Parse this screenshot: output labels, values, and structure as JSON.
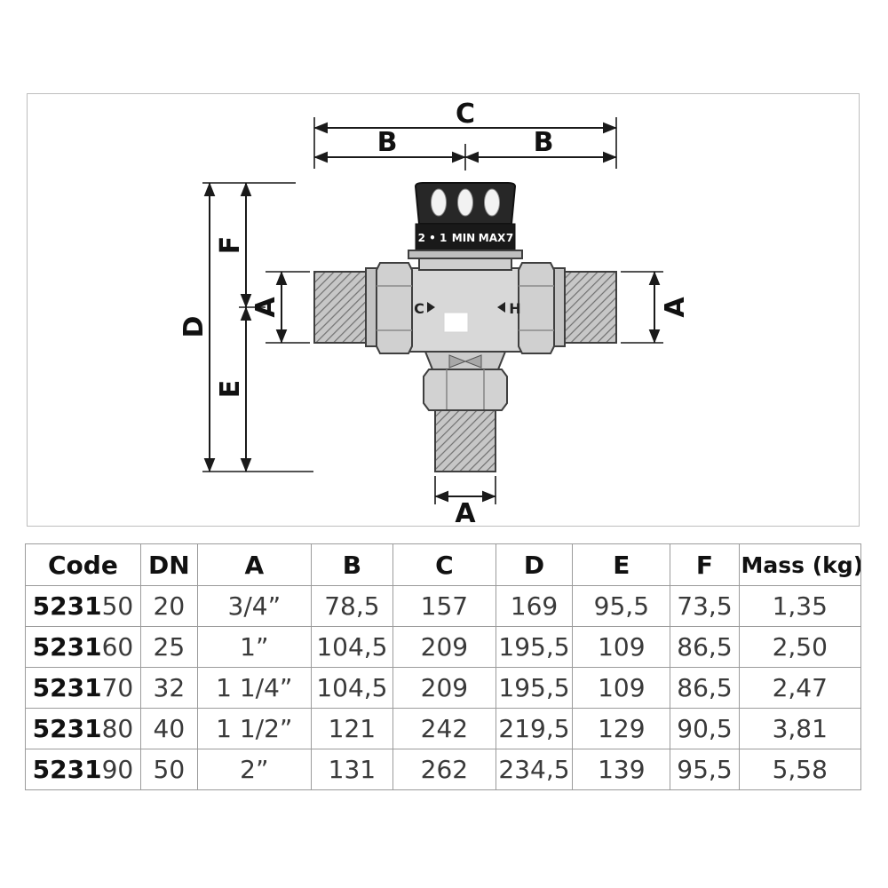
{
  "drawing": {
    "dimension_labels": {
      "c": "C",
      "b_left": "B",
      "b_right": "B",
      "d": "D",
      "f": "F",
      "e": "E",
      "a_left": "A",
      "a_right": "A",
      "a_bottom": "A"
    },
    "knob": {
      "scale_left": "2 • 1",
      "scale_min": "MIN",
      "scale_max": "MAX",
      "scale_right": "7"
    },
    "ports": {
      "cold": "C",
      "hot": "H"
    }
  },
  "table": {
    "headers": [
      "Code",
      "DN",
      "A",
      "B",
      "C",
      "D",
      "E",
      "F",
      "Mass (kg)"
    ],
    "rows": [
      {
        "code_prefix": "5231",
        "code_suffix": "50",
        "dn": "20",
        "a": "3/4”",
        "b": "78,5",
        "c": "157",
        "d": "169",
        "e": "95,5",
        "f": "73,5",
        "mass": "1,35"
      },
      {
        "code_prefix": "5231",
        "code_suffix": "60",
        "dn": "25",
        "a": "1”",
        "b": "104,5",
        "c": "209",
        "d": "195,5",
        "e": "109",
        "f": "86,5",
        "mass": "2,50"
      },
      {
        "code_prefix": "5231",
        "code_suffix": "70",
        "dn": "32",
        "a": "1 1/4”",
        "b": "104,5",
        "c": "209",
        "d": "195,5",
        "e": "109",
        "f": "86,5",
        "mass": "2,47"
      },
      {
        "code_prefix": "5231",
        "code_suffix": "80",
        "dn": "40",
        "a": "1 1/2”",
        "b": "121",
        "c": "242",
        "d": "219,5",
        "e": "129",
        "f": "90,5",
        "mass": "3,81"
      },
      {
        "code_prefix": "5231",
        "code_suffix": "90",
        "dn": "50",
        "a": "2”",
        "b": "131",
        "c": "262",
        "d": "234,5",
        "e": "139",
        "f": "95,5",
        "mass": "5,58"
      }
    ]
  }
}
